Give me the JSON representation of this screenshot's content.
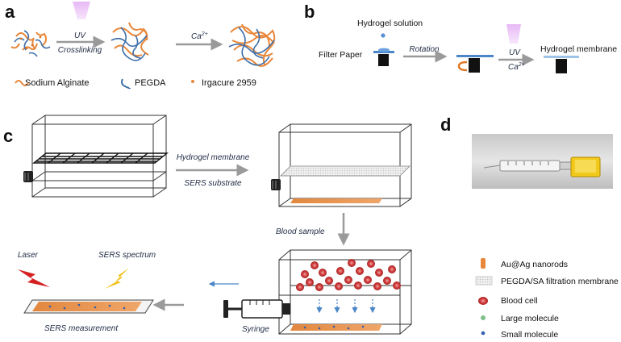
{
  "panel_labels": {
    "a": "a",
    "b": "b",
    "c": "c",
    "d": "d"
  },
  "panel_a": {
    "uv_label": "UV",
    "crosslinking_label": "Crosslinking",
    "ca_label": "Ca",
    "ca_superscript": "2+",
    "legend": [
      "Sodium Alginate",
      "PEGDA",
      "Irgacure 2959"
    ]
  },
  "panel_b": {
    "hydrogel_solution": "Hydrogel solution",
    "filter_paper": "Filter Paper",
    "rotation": "Rotation",
    "uv_label": "UV",
    "ca_label": "Ca",
    "ca_superscript": "2+",
    "hydrogel_membrane": "Hydrogel membrane"
  },
  "panel_c": {
    "hydrogel_membrane": "Hydrogel membrane",
    "sers_substrate": "SERS substrate",
    "blood_sample": "Blood sample",
    "syringe": "Syringe",
    "laser": "Laser",
    "sers_spectrum": "SERS spectrum",
    "sers_measurement": "SERS measurement"
  },
  "legend_c": [
    "Au@Ag nanorods",
    "PEGDA/SA filtration membrane",
    "Blood cell",
    "Large molecule",
    "Small molecule"
  ],
  "colors": {
    "orange": "#e8873a",
    "blue_chain": "#3f6fa8",
    "dark_text": "#1f2a44",
    "arrow_gray": "#9a9a9a",
    "uv_purple": "#e3b3f2",
    "blood_red": "#c83a3a",
    "laser_red": "#d42020",
    "spectrum_yellow": "#f2c21c"
  }
}
